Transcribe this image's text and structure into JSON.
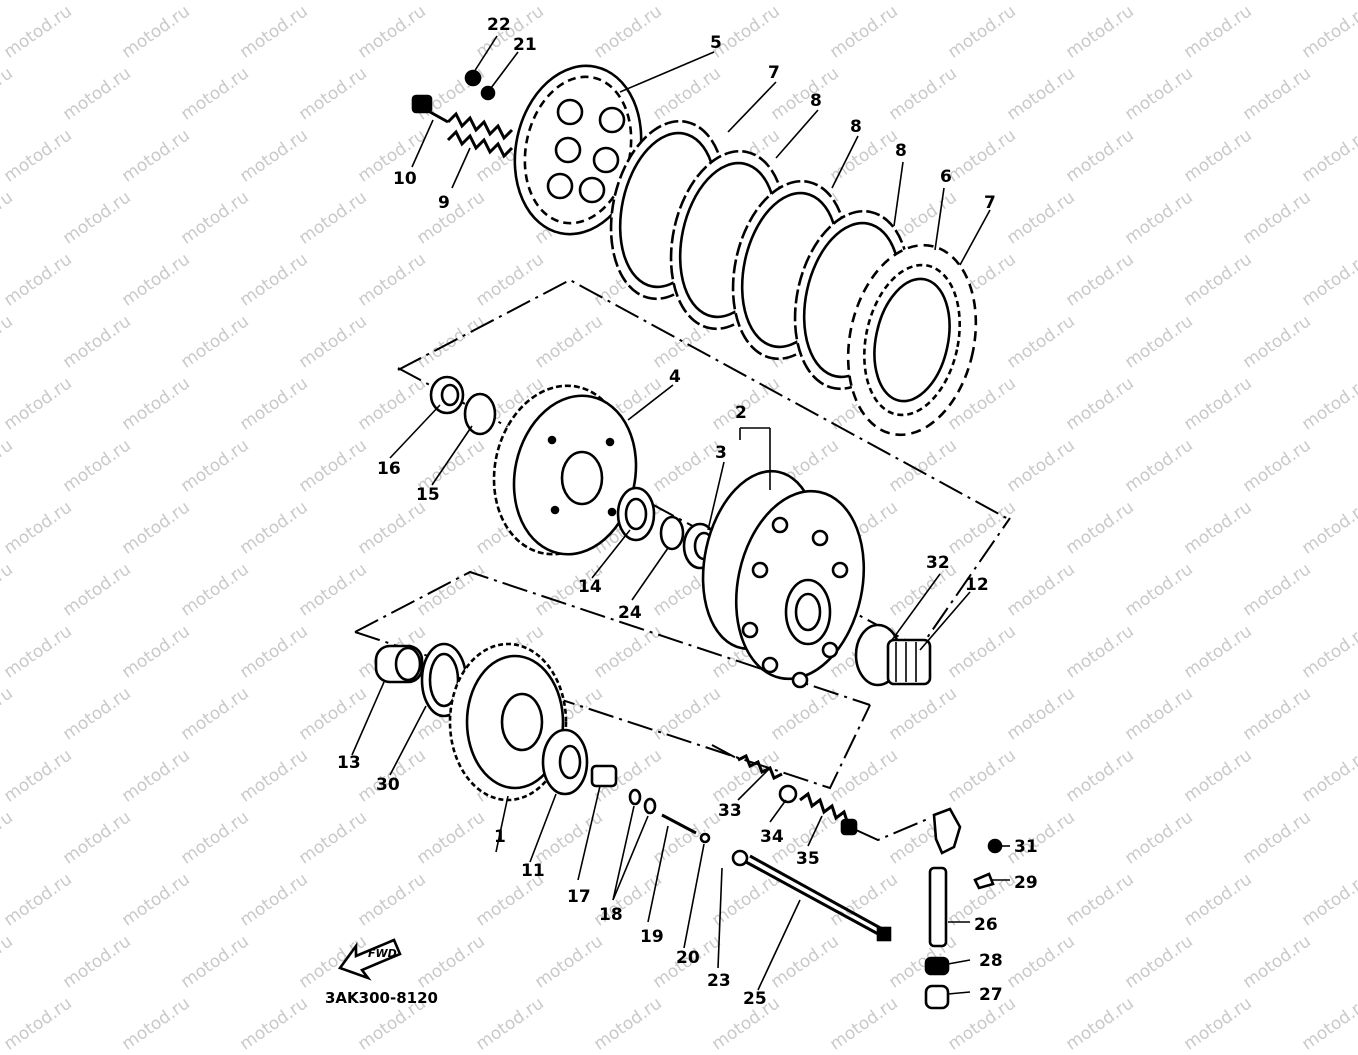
{
  "diagram": {
    "code": "3AK300-8120",
    "watermark": "motod.ru",
    "fwd_label": "FWD",
    "callouts": [
      {
        "num": "1"
      },
      {
        "num": "2"
      },
      {
        "num": "3"
      },
      {
        "num": "4"
      },
      {
        "num": "5"
      },
      {
        "num": "6"
      },
      {
        "num": "7"
      },
      {
        "num": "7"
      },
      {
        "num": "8"
      },
      {
        "num": "8"
      },
      {
        "num": "8"
      },
      {
        "num": "9"
      },
      {
        "num": "10"
      },
      {
        "num": "11"
      },
      {
        "num": "12"
      },
      {
        "num": "13"
      },
      {
        "num": "14"
      },
      {
        "num": "15"
      },
      {
        "num": "16"
      },
      {
        "num": "17"
      },
      {
        "num": "18"
      },
      {
        "num": "19"
      },
      {
        "num": "20"
      },
      {
        "num": "21"
      },
      {
        "num": "22"
      },
      {
        "num": "23"
      },
      {
        "num": "24"
      },
      {
        "num": "25"
      },
      {
        "num": "26"
      },
      {
        "num": "27"
      },
      {
        "num": "28"
      },
      {
        "num": "29"
      },
      {
        "num": "30"
      },
      {
        "num": "31"
      },
      {
        "num": "32"
      },
      {
        "num": "33"
      },
      {
        "num": "34"
      },
      {
        "num": "35"
      }
    ]
  }
}
